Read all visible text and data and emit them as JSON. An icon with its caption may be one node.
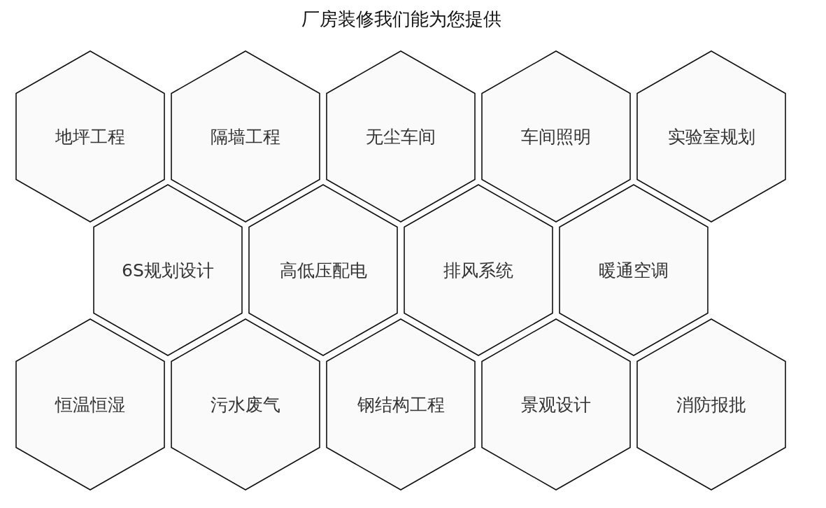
{
  "diagram": {
    "title": "厂房装修我们能为您提供",
    "nodes": [
      {
        "text": [
          "地坪工程"
        ]
      },
      {
        "text": [
          "隔墙工程"
        ]
      },
      {
        "text": [
          "无尘车间"
        ]
      },
      {
        "text": [
          "车间照明"
        ]
      },
      {
        "text": [
          "实验室规划"
        ]
      },
      {
        "text": [
          "6S规划设计"
        ]
      },
      {
        "text": [
          "高低压配电"
        ]
      },
      {
        "text": [
          "排风系统"
        ]
      },
      {
        "text": [
          "暖通空调"
        ]
      },
      {
        "text": [
          "恒温恒湿"
        ]
      },
      {
        "text": [
          "污水废气"
        ]
      },
      {
        "text": [
          "钢结构工程"
        ]
      },
      {
        "text": [
          "景观设计"
        ]
      },
      {
        "text": [
          "消防报批"
        ]
      }
    ]
  }
}
